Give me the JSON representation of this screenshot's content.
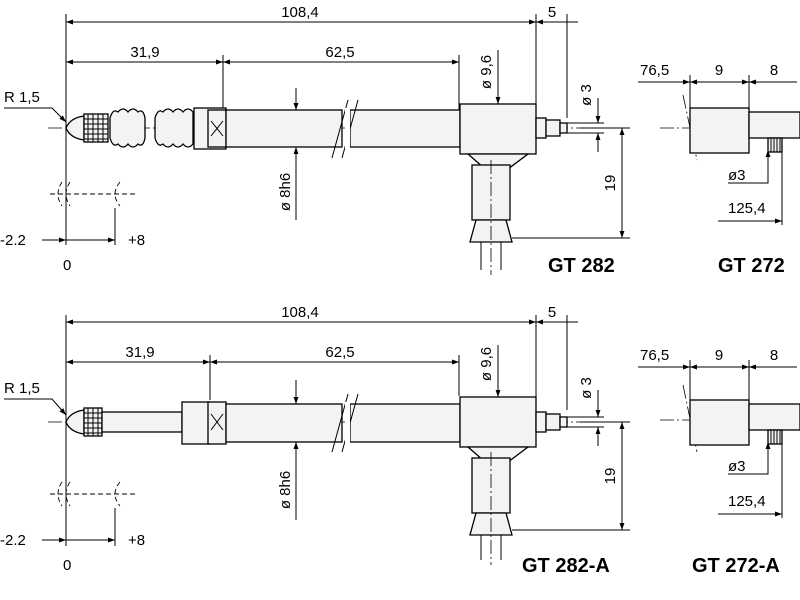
{
  "drawings": [
    {
      "label": "GT 282",
      "overall_length": "108,4",
      "length_1": "31,9",
      "length_2": "62,5",
      "end_length": "5",
      "body_diameter": "ø 9,6",
      "tip_diameter": "ø 3",
      "shaft_diameter": "ø 8h6",
      "cable_offset": "19",
      "radius": "R 1,5",
      "stroke_min": "-2.2",
      "stroke_zero": "0",
      "stroke_max": "+8"
    },
    {
      "label": "GT 282-A",
      "overall_length": "108,4",
      "length_1": "31,9",
      "length_2": "62,5",
      "end_length": "5",
      "body_diameter": "ø 9,6",
      "tip_diameter": "ø 3",
      "shaft_diameter": "ø 8h6",
      "cable_offset": "19",
      "radius": "R 1,5",
      "stroke_min": "-2.2",
      "stroke_zero": "0",
      "stroke_max": "+8"
    }
  ],
  "details": [
    {
      "label": "GT 272",
      "dim_a": "76,5",
      "dim_b": "9",
      "dim_c": "8",
      "pin_diameter": "ø3",
      "dim_d": "125,4"
    },
    {
      "label": "GT 272-A",
      "dim_a": "76,5",
      "dim_b": "9",
      "dim_c": "8",
      "pin_diameter": "ø3",
      "dim_d": "125,4"
    }
  ]
}
